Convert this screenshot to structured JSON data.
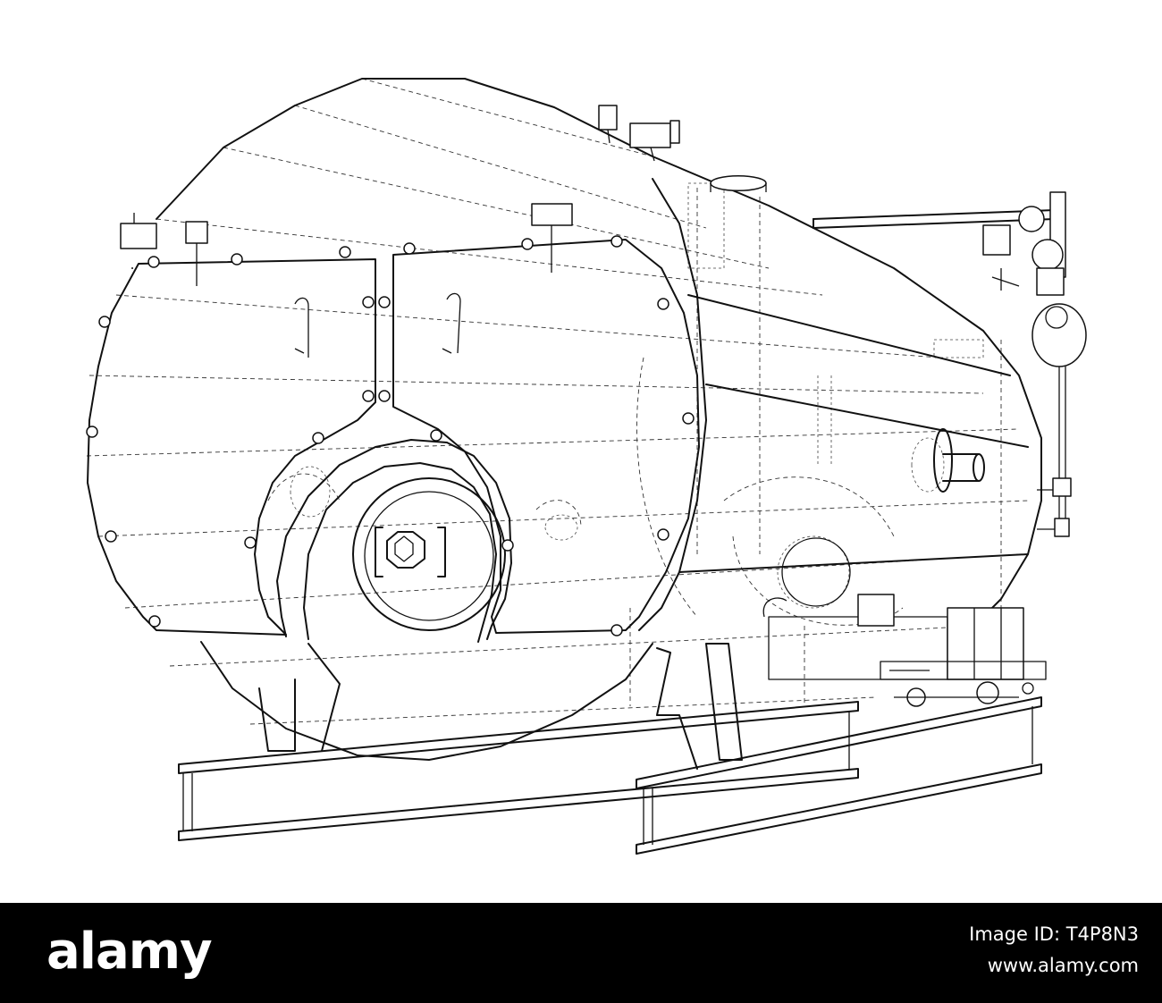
{
  "footer": {
    "brand": "alamy",
    "image_id_label": "Image ID: T4P8N3",
    "site": "www.alamy.com"
  },
  "colors": {
    "background": "#ffffff",
    "line": "#111111",
    "footer_bar": "#000000",
    "footer_text": "#ffffff"
  },
  "illustration": {
    "icon": "boiler-wireframe-drawing"
  }
}
